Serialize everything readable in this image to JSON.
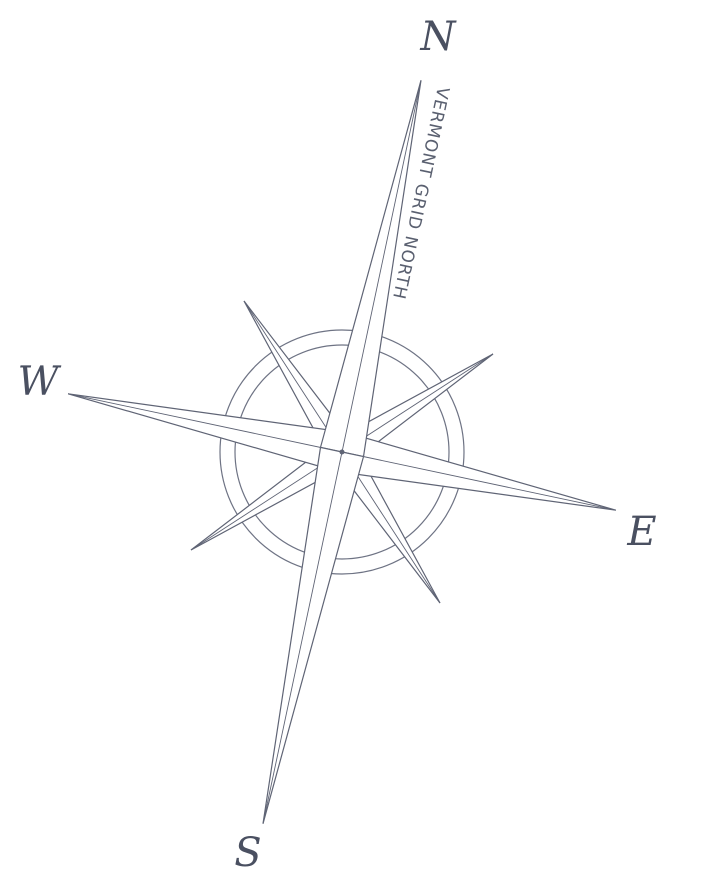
{
  "compass_rose": {
    "labels": {
      "north": "N",
      "south": "S",
      "east": "E",
      "west": "W"
    },
    "grid_label": "VERMONT GRID NORTH",
    "rotation_deg": 12,
    "line_color": "#5f6475"
  }
}
